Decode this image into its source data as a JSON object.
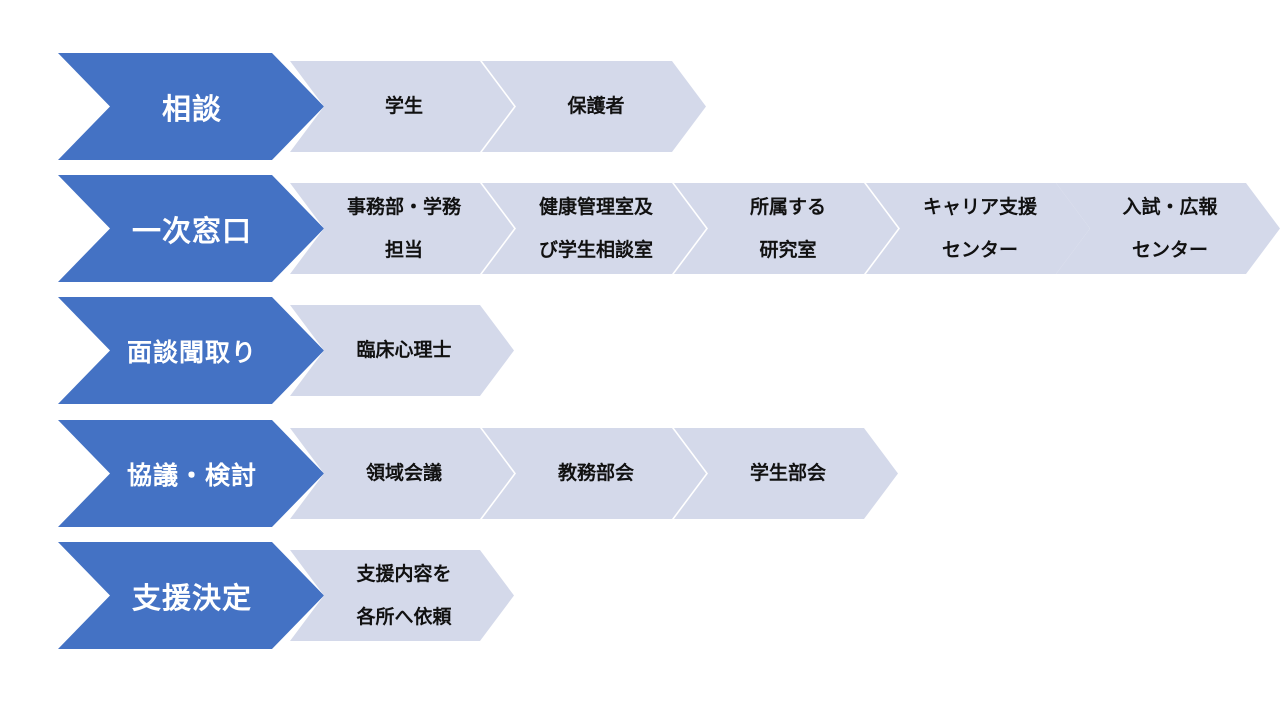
{
  "colors": {
    "main_fill": "#4472c4",
    "sub_fill": "#d4d9ea",
    "main_text": "#ffffff",
    "sub_text": "#111111"
  },
  "rows": [
    {
      "label": "相談",
      "items": [
        {
          "lines": [
            "学生"
          ]
        },
        {
          "lines": [
            "保護者"
          ]
        }
      ]
    },
    {
      "label": "一次窓口",
      "items": [
        {
          "lines": [
            "事務部・学務",
            "担当"
          ]
        },
        {
          "lines": [
            "健康管理室及",
            "び学生相談室"
          ]
        },
        {
          "lines": [
            "所属する",
            "研究室"
          ]
        },
        {
          "lines": [
            "キャリア支援",
            "センター"
          ]
        },
        {
          "lines": [
            "入試・広報",
            "センター"
          ]
        }
      ]
    },
    {
      "label": "面談聞取り",
      "items": [
        {
          "lines": [
            "臨床心理士"
          ]
        }
      ]
    },
    {
      "label": "協議・検討",
      "items": [
        {
          "lines": [
            "領域会議"
          ]
        },
        {
          "lines": [
            "教務部会"
          ]
        },
        {
          "lines": [
            "学生部会"
          ]
        }
      ]
    },
    {
      "label": "支援決定",
      "items": [
        {
          "lines": [
            "支援内容を",
            "各所へ依頼"
          ]
        }
      ]
    }
  ]
}
